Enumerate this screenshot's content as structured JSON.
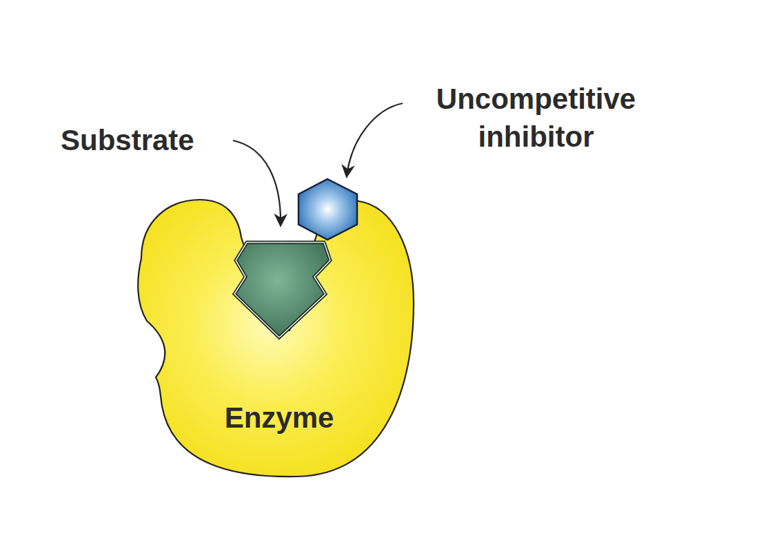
{
  "diagram": {
    "nodes": [
      {
        "text": [
          "Enzyme"
        ]
      }
    ],
    "labels": [
      "Substrate",
      "Uncompetitive inhibitor"
    ]
  }
}
